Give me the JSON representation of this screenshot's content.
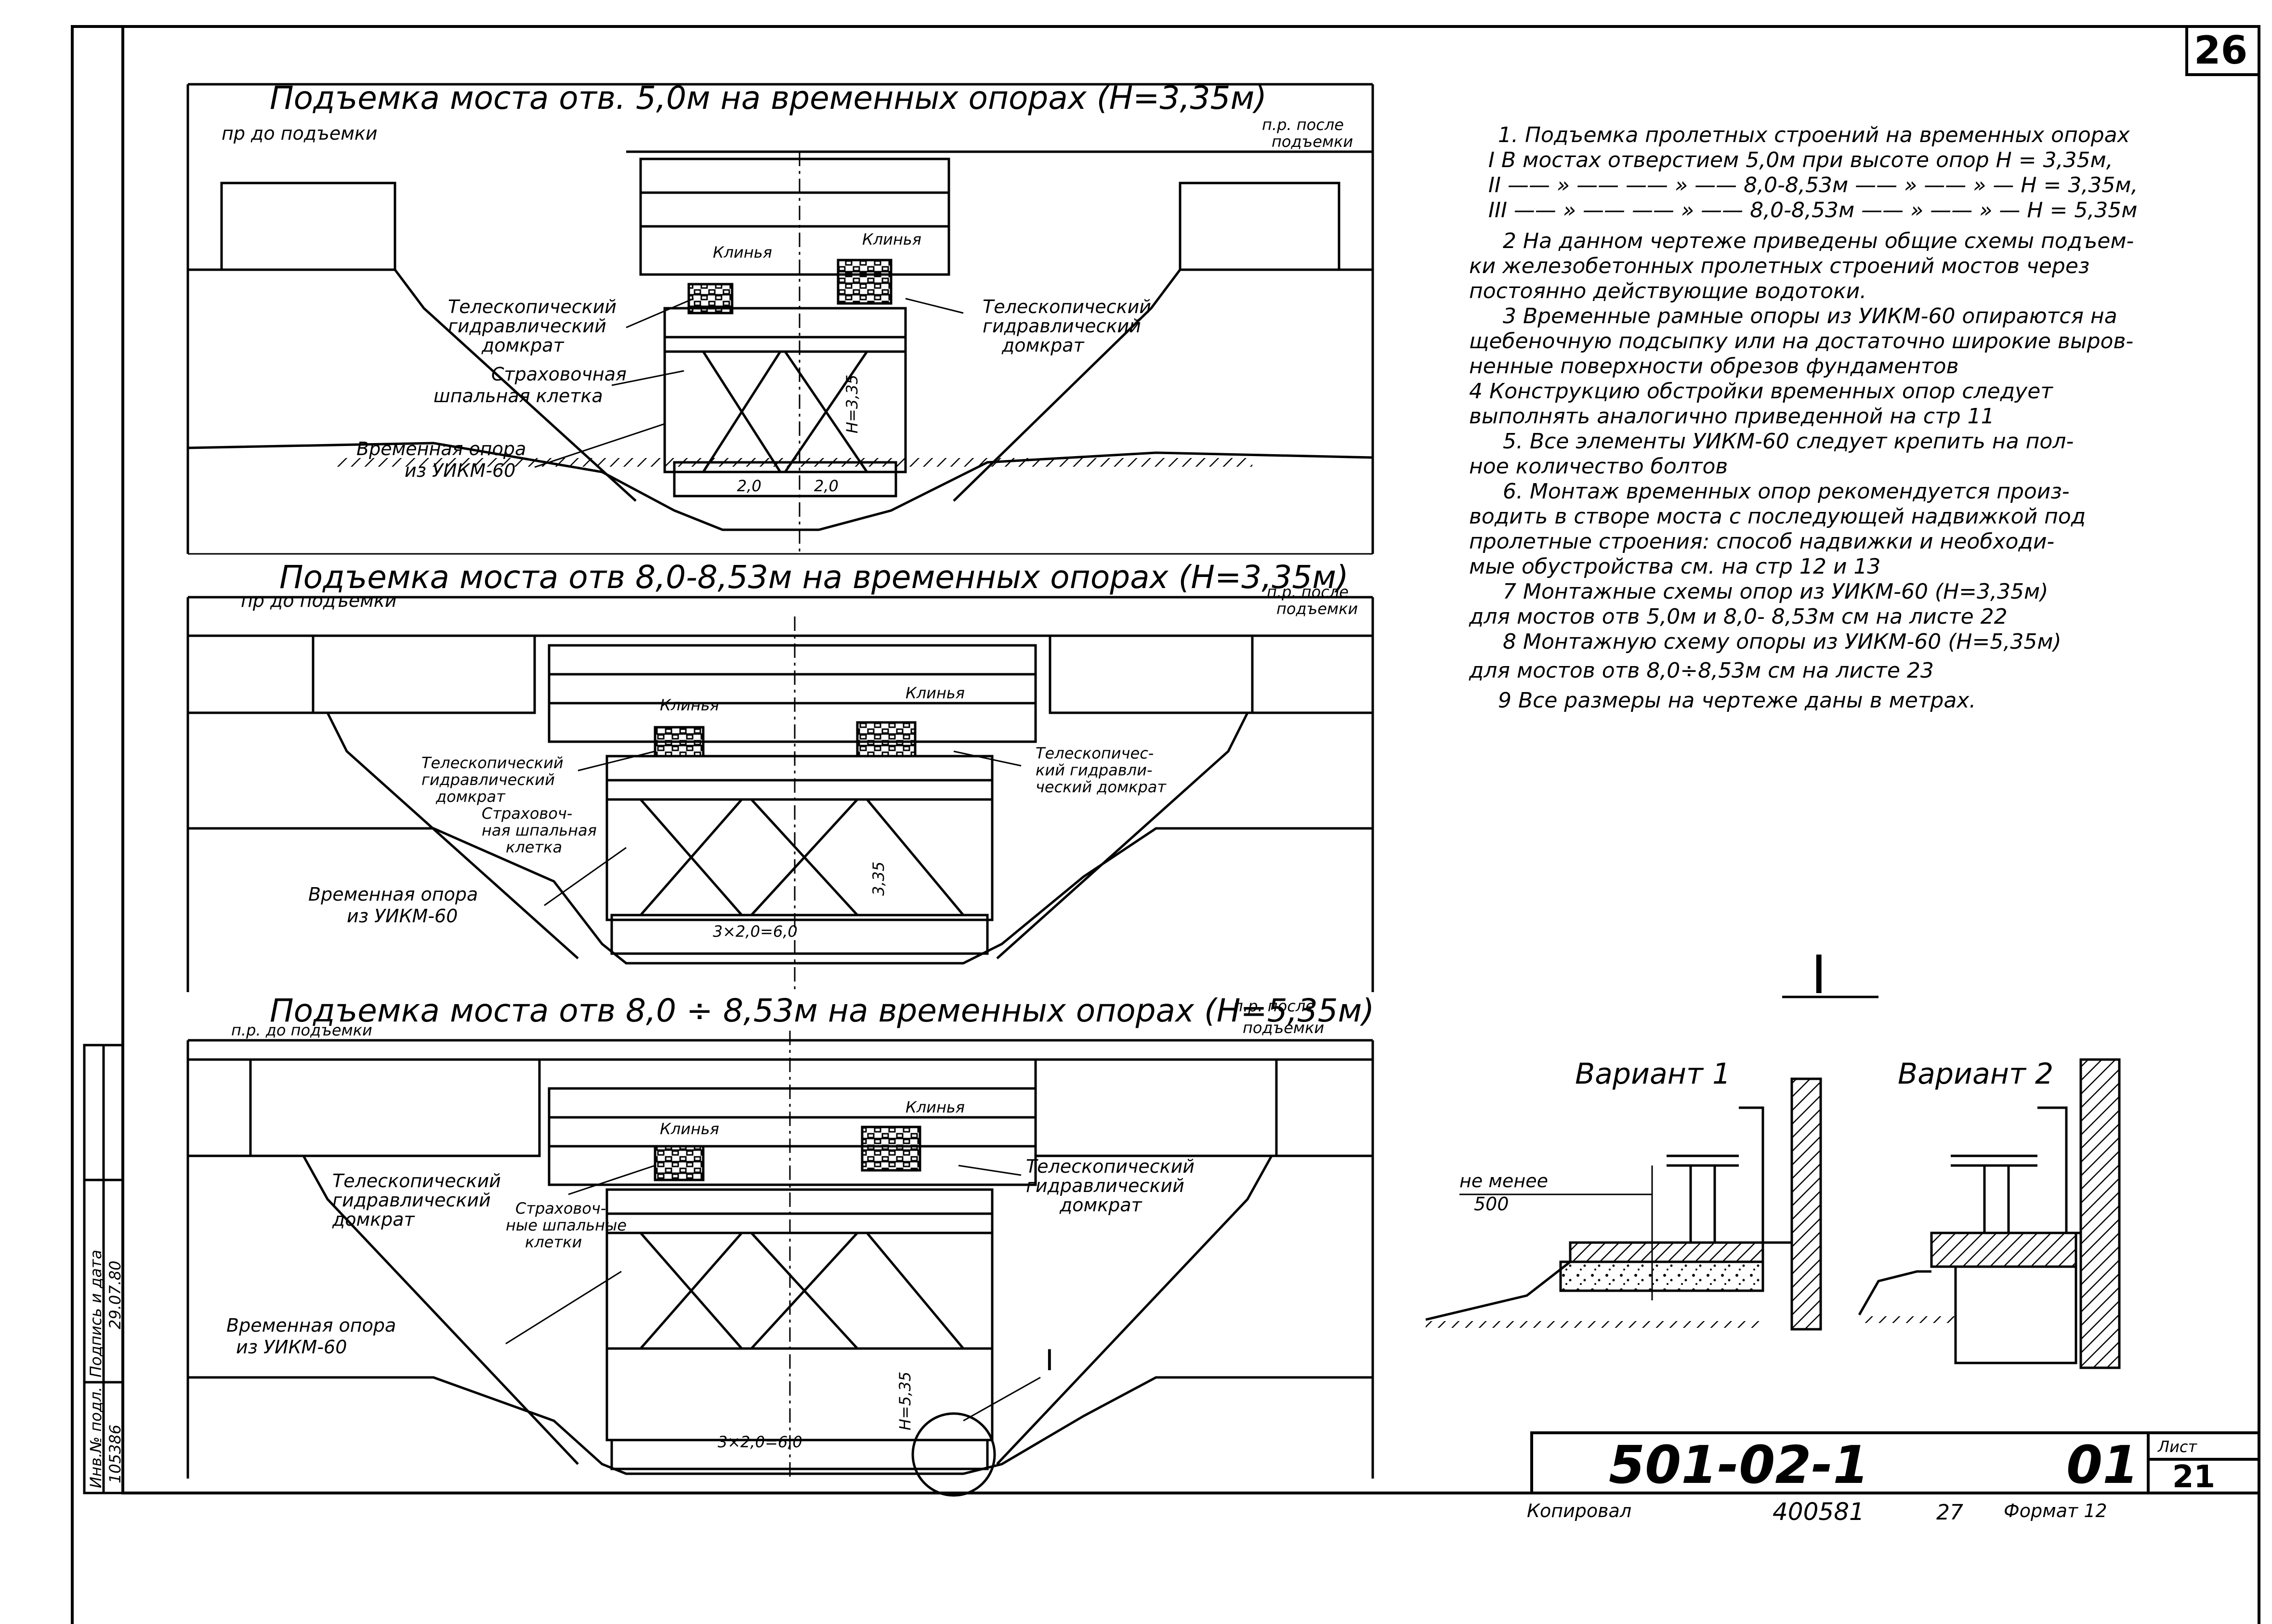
{
  "sheet": {
    "page_number": "26",
    "stamp_top_right": "26"
  },
  "sections": [
    {
      "title": "Подъемка моста отв. 5,0м на временных опорах (H=3,35м)",
      "level_before": "пр до подъемки",
      "level_after_line1": "п.р. после",
      "level_after_line2": "подъемки",
      "wedges_left": "Клинья",
      "wedges_right": "Клинья",
      "jack_left": [
        "Телескопический",
        "гидравлический",
        "домкрат"
      ],
      "jack_right": [
        "Телескопический",
        "гидравлический",
        "домкрат"
      ],
      "cage": [
        "Страховочная",
        "шпальная клетка"
      ],
      "support": [
        "Временная опора",
        "из УИКМ-60"
      ],
      "dim_left": "2,0",
      "dim_right": "2,0",
      "dim_h": "H=3,35"
    },
    {
      "title": "Подъемка моста отв 8,0-8,53м на временных опорах (H=3,35м)",
      "level_before": "пр до подъемки",
      "level_after_line1": "п.р. после",
      "level_after_line2": "подъемки",
      "wedges_left": "Клинья",
      "wedges_right": "Клинья",
      "jack_left": [
        "Телескопический",
        "гидравлический",
        "домкрат"
      ],
      "jack_right": [
        "Телескопичес-",
        "кий гидравли-",
        "ческий домкрат"
      ],
      "cage": [
        "Страховоч-",
        "ная шпальная",
        "клетка"
      ],
      "support": [
        "Временная опора",
        "из УИКМ-60"
      ],
      "dim_bottom": "3×2,0=6,0",
      "dim_h": "3,35"
    },
    {
      "title": "Подъемка моста отв 8,0 ÷ 8,53м на временных опорах (H=5,35м)",
      "level_before": "п.р. до подъемки",
      "level_after_line1": "п.р. после",
      "level_after_line2": "подъемки",
      "wedges_left": "Клинья",
      "wedges_right": "Клинья",
      "jack_left": [
        "Телескопический",
        "гидравлический",
        "домкрат"
      ],
      "jack_right": [
        "Телескопический",
        "гидравлический",
        "домкрат"
      ],
      "cage": [
        "Страховоч-",
        "ные шпальные",
        "клетки"
      ],
      "support": [
        "Временная опора",
        "из УИКМ-60"
      ],
      "dim_bottom": "3×2,0=6,0",
      "dim_h": "H=5,35",
      "callout": "I"
    }
  ],
  "notes": [
    "1. Подъемка пролетных строений на временных опорах",
    "I  В мостах отверстием 5,0м при высоте опор H = 3,35м,",
    "II —— » ——  —— » —— 8,0-8,53м —— » ——  » — H = 3,35м,",
    "III —— » ——  —— » —— 8,0-8,53м —— » ——  » — H = 5,35м",
    "2  На данном чертеже приведены общие схемы подъем-",
    "ки железобетонных пролетных строений мостов через",
    "постоянно действующие водотоки.",
    "3  Временные рамные опоры из УИКМ-60 опираются на",
    "щебеночную подсыпку или на достаточно широкие выров-",
    "ненные поверхности обрезов фундаментов",
    "4  Конструкцию обстройки временных опор следует",
    "выполнять аналогично приведенной на стр 11",
    "5. Все элементы УИКМ-60 следует крепить на пол-",
    "ное количество болтов",
    "6. Монтаж  временных опор  рекомендуется произ-",
    "водить в створе  моста с последующей надвижкой под",
    "пролетные  строения: способ надвижки и необходи-",
    "мые обустройства см. на стр 12 и 13",
    "7  Монтажные схемы опор из УИКМ-60 (H=3,35м)",
    "для мостов отв 5,0м и 8,0- 8,53м см на листе 22",
    "8  Монтажную схему опоры из УИКМ-60 (H=5,35м)",
    "для мостов отв 8,0÷8,53м  см на листе 23",
    "9  Все размеры на чертеже даны в метрах."
  ],
  "detail": {
    "mark": "I",
    "variant1": "Вариант 1",
    "variant2": "Вариант 2",
    "min_label_1": "не менее",
    "min_label_2": "500"
  },
  "stamp": {
    "code": "501-02-1",
    "sheet_code": "01",
    "list_label": "Лист",
    "list_number": "21"
  },
  "footer": {
    "copied": "Копировал",
    "number": "400581",
    "num2": "27",
    "format": "Формат 12"
  },
  "side_stamp": {
    "inv": "Инв.№ подл.",
    "sign": "Подпись и дата",
    "inv_num": "105386",
    "date": "29.07.80"
  }
}
